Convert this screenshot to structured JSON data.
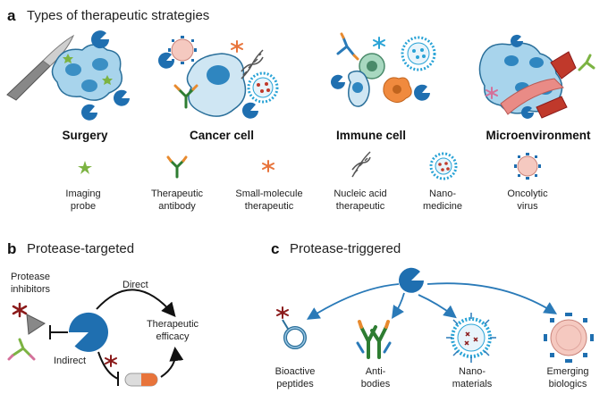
{
  "panel_a": {
    "letter": "a",
    "title": "Types of therapeutic strategies",
    "strategies": [
      "Surgery",
      "Cancer cell",
      "Immune cell",
      "Microenvironment"
    ],
    "legend": [
      {
        "line1": "Imaging",
        "line2": "probe",
        "icon": "imaging-probe-star-icon",
        "color": "#7cb342"
      },
      {
        "line1": "Therapeutic",
        "line2": "antibody",
        "icon": "antibody-icon",
        "color": "#2e7d32"
      },
      {
        "line1": "Small-molecule",
        "line2": "therapeutic",
        "icon": "small-molecule-asterisk-icon",
        "color": "#e8743b"
      },
      {
        "line1": "Nucleic acid",
        "line2": "therapeutic",
        "icon": "dna-helix-icon",
        "color": "#555555"
      },
      {
        "line1": "Nano-",
        "line2": "medicine",
        "icon": "nanoparticle-icon",
        "color": "#29a3d6"
      },
      {
        "line1": "Oncolytic",
        "line2": "virus",
        "icon": "virus-icon",
        "color": "#f2b8b0"
      }
    ]
  },
  "panel_b": {
    "letter": "b",
    "title": "Protease-targeted",
    "inhibitors_line1": "Protease",
    "inhibitors_line2": "inhibitors",
    "direct": "Direct",
    "indirect": "Indirect",
    "efficacy_line1": "Therapeutic",
    "efficacy_line2": "efficacy"
  },
  "panel_c": {
    "letter": "c",
    "title": "Protease-triggered",
    "targets": [
      {
        "line1": "Bioactive",
        "line2": "peptides"
      },
      {
        "line1": "Anti-",
        "line2": "bodies"
      },
      {
        "line1": "Nano-",
        "line2": "materials"
      },
      {
        "line1": "Emerging",
        "line2": "biologics"
      }
    ]
  },
  "colors": {
    "protease_blue": "#1f6fb0",
    "arrow_blue": "#2a7ab8",
    "cell_blue": "#cfe6f3",
    "inhibitor_red": "#8b1a1a"
  }
}
